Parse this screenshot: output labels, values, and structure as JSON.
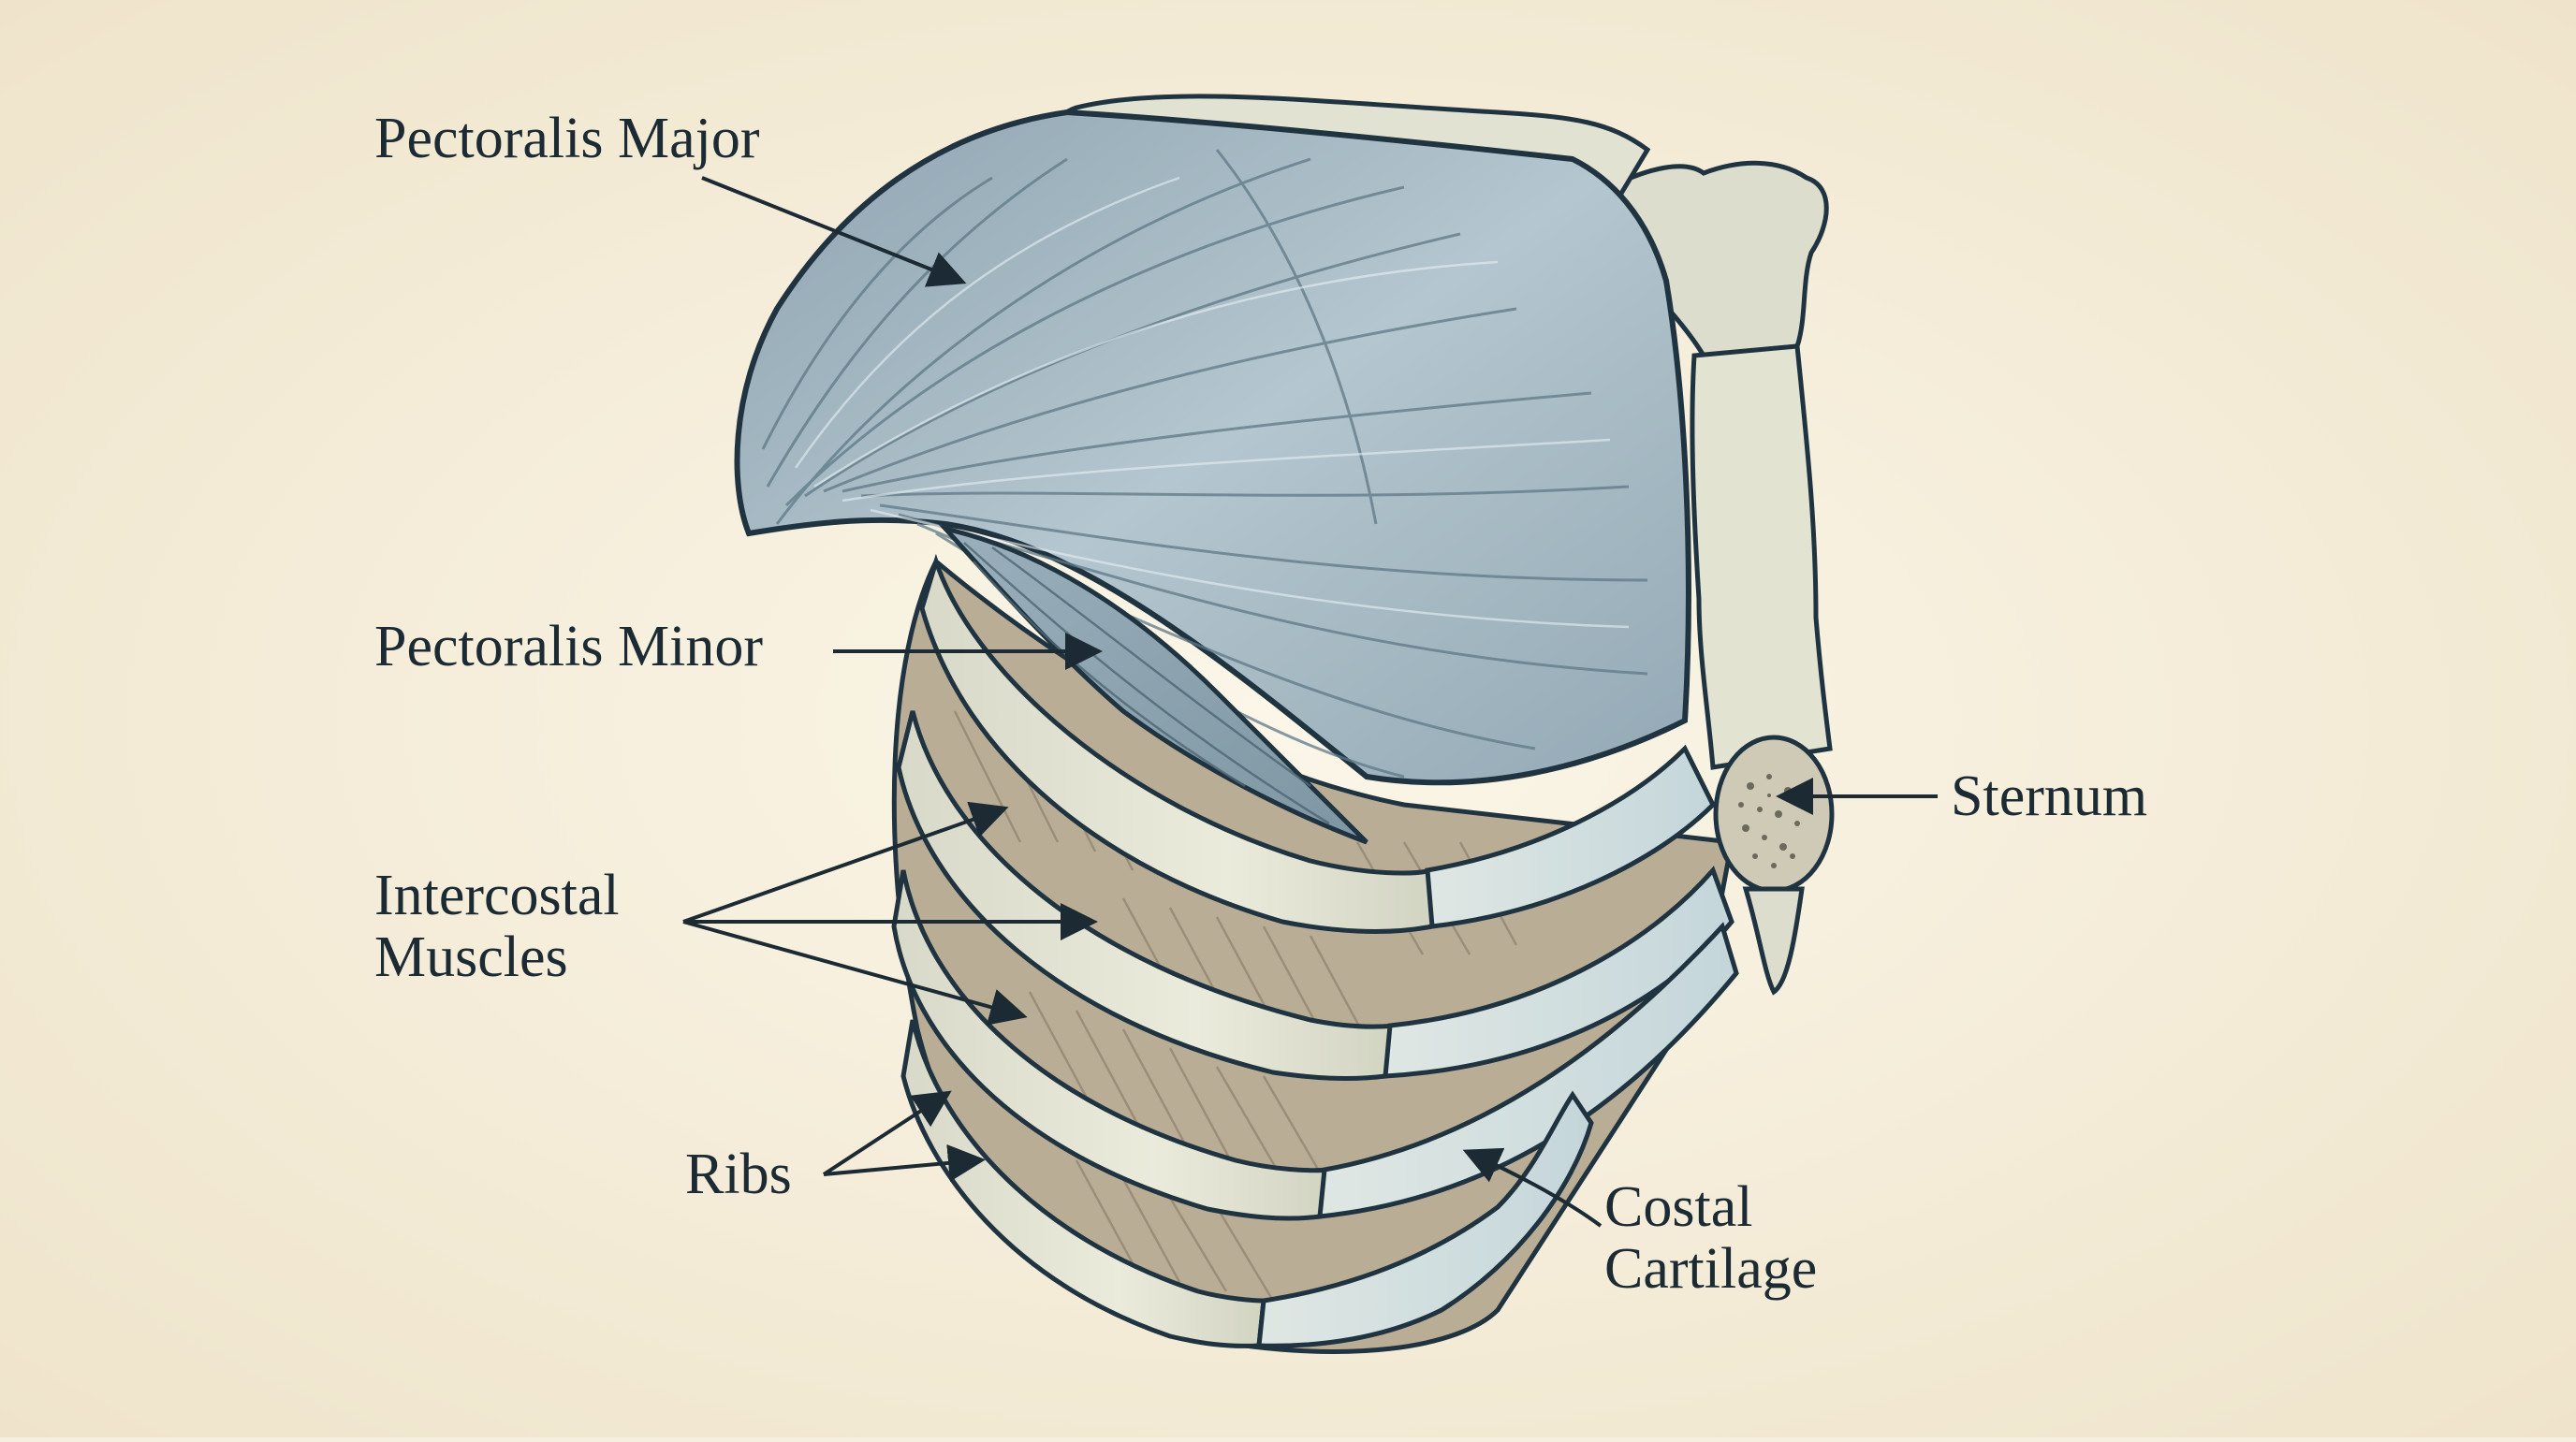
{
  "labels": {
    "pectoralis_major": "Pectoralis Major",
    "pectoralis_minor": "Pectoralis Minor",
    "intercostal_line1": "Intercostal",
    "intercostal_line2": "Muscles",
    "ribs": "Ribs",
    "costal_line1": "Costal",
    "costal_line2": "Cartilage",
    "sternum": "Sternum"
  },
  "colors": {
    "background": "#f6efdf",
    "muscle": "#a9bcc6",
    "muscle_dark": "#7f97a4",
    "muscle_light": "#c7d5dc",
    "intercostal": "#b8ab94",
    "bone": "#e3e3d2",
    "cartilage": "#cfdde0",
    "outline": "#1f3340",
    "label_text": "#1b2a33"
  }
}
